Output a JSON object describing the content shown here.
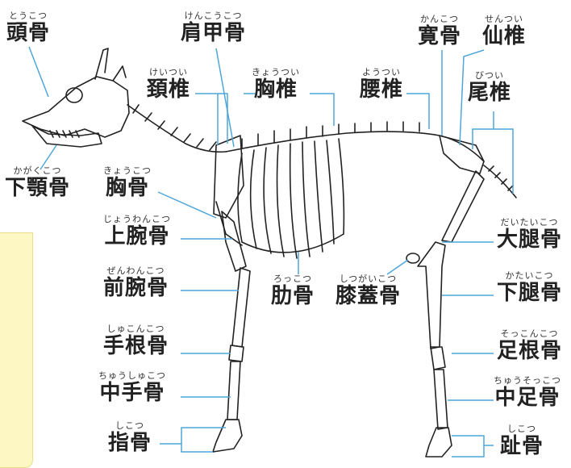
{
  "labels": {
    "skull": {
      "ruby": "とうこつ",
      "name": "頭骨"
    },
    "scapula": {
      "ruby": "けんこうこつ",
      "name": "肩甲骨"
    },
    "sacrum_hip": {
      "ruby": "かんこつ",
      "name": "寛骨"
    },
    "sacrum": {
      "ruby": "せんつい",
      "name": "仙椎"
    },
    "cervical": {
      "ruby": "けいつい",
      "name": "頚椎"
    },
    "thoracic": {
      "ruby": "きょうつい",
      "name": "胸椎"
    },
    "lumbar": {
      "ruby": "ようつい",
      "name": "腰椎"
    },
    "caudal": {
      "ruby": "びつい",
      "name": "尾椎"
    },
    "mandible": {
      "ruby": "かがくこつ",
      "name": "下顎骨"
    },
    "sternum": {
      "ruby": "きょうこつ",
      "name": "胸骨"
    },
    "humerus": {
      "ruby": "じょうわんこつ",
      "name": "上腕骨"
    },
    "femur": {
      "ruby": "だいたいこつ",
      "name": "大腿骨"
    },
    "radius": {
      "ruby": "ぜんわんこつ",
      "name": "前腕骨"
    },
    "rib": {
      "ruby": "ろっこつ",
      "name": "肋骨"
    },
    "patella": {
      "ruby": "しつがいこつ",
      "name": "膝蓋骨"
    },
    "tibia": {
      "ruby": "かたいこつ",
      "name": "下腿骨"
    },
    "carpal": {
      "ruby": "しゅこんこつ",
      "name": "手根骨"
    },
    "tarsal": {
      "ruby": "そっこんこつ",
      "name": "足根骨"
    },
    "metacarpal": {
      "ruby": "ちゅうしゅこつ",
      "name": "中手骨"
    },
    "metatarsal": {
      "ruby": "ちゅうそっこつ",
      "name": "中足骨"
    },
    "phalanx_front": {
      "ruby": "しこつ",
      "name": "指骨"
    },
    "phalanx_hind": {
      "ruby": "しこつ",
      "name": "趾骨"
    }
  },
  "colors": {
    "leader_line": "#4ea6d9",
    "bone_outline": "#222222",
    "side_tab": "#fdf7c3"
  }
}
